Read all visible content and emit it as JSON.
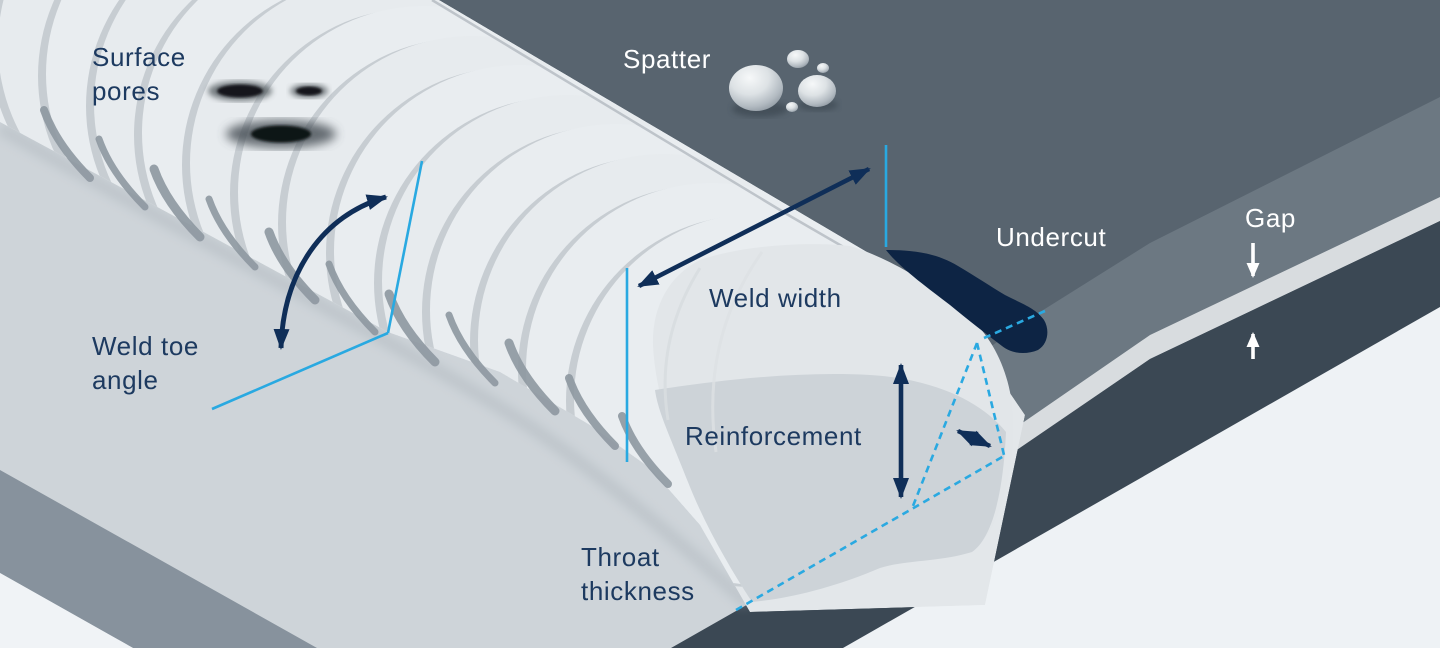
{
  "diagram": {
    "subject": "weld-seam-defects-and-dimensions-illustration",
    "labels": {
      "surface_pores": {
        "line1": "Surface",
        "line2": "pores"
      },
      "spatter": {
        "text": "Spatter"
      },
      "weld_toe_angle": {
        "line1": "Weld toe",
        "line2": "angle"
      },
      "weld_width": {
        "text": "Weld width"
      },
      "reinforcement": {
        "text": "Reinforcement"
      },
      "undercut": {
        "text": "Undercut"
      },
      "gap": {
        "text": "Gap"
      },
      "throat_thickness": {
        "line1": "Throat",
        "line2": "thickness"
      }
    },
    "colors": {
      "label_navy": "#1d3a60",
      "annotation_navy": "#0f2e58",
      "annotation_cyan": "#29a9e1",
      "label_white": "#ffffff",
      "top_plate": "#58646f",
      "top_plate_bevel": "#6c7882",
      "gap_strip": "#d8dcdf",
      "bottom_plate_edge": "#3b4854",
      "background_light": "#eef2f5",
      "left_plate": "#ced4d9",
      "left_plate_edge": "#87929d",
      "weld_bead": "#e9edf0",
      "weld_face": "#e2e6e9",
      "weld_face_shadow": "#cdd3d8",
      "undercut_fill": "#0d2444"
    }
  }
}
